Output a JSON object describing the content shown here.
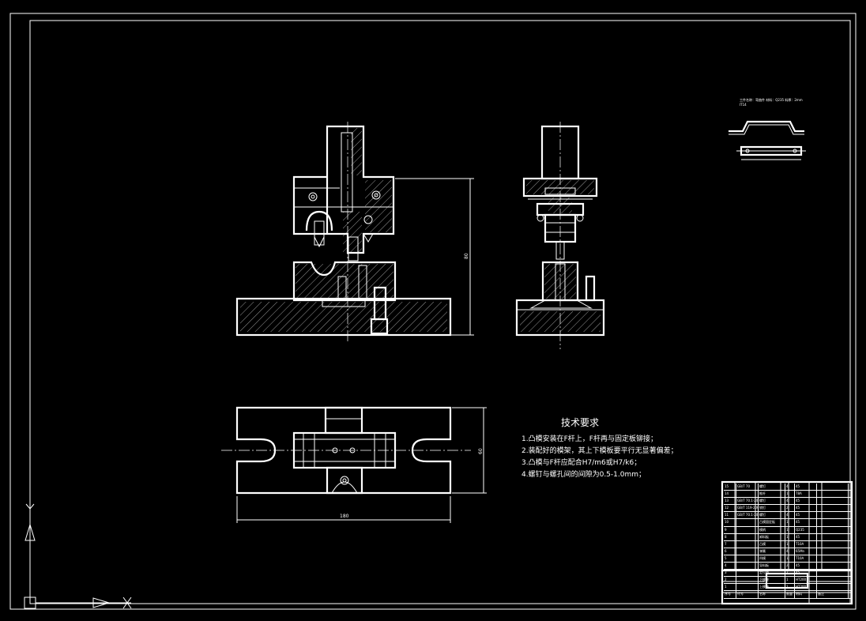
{
  "drawing": {
    "background": "#000000",
    "line_color": "#ffffff",
    "dimensions": {
      "height_front": "80",
      "width_plan": "180",
      "depth_plan": "60"
    },
    "sheet_metal_note": "工件名称：弯曲件 材料：Q235 料厚：2mm",
    "sheet_metal_tag": "IT14",
    "technical_requirements": {
      "title": "技术要求",
      "items": [
        "1.凸模安装在F杆上，F杆再与固定板铆接；",
        "2.装配好的模架，其上下模板要平行无显著偏差；",
        "3.凸模与F杆应配合H7/m6或H7/k6；",
        "4.螺钉与螺孔间的间隙为0.5-1.0mm；"
      ]
    },
    "bom_rows": [
      [
        "15",
        "GB/T 70",
        "螺钉",
        "4",
        "45",
        ""
      ],
      [
        "14",
        "",
        "推杆",
        "1",
        "T8A",
        ""
      ],
      [
        "13",
        "GB/T 70.1-2000",
        "螺钉",
        "4",
        "45",
        ""
      ],
      [
        "12",
        "GB/T 119-2000",
        "销钉",
        "2",
        "45",
        ""
      ],
      [
        "11",
        "GB/T 70.1-2000",
        "螺钉",
        "4",
        "45",
        ""
      ],
      [
        "10",
        "",
        "凸模固定板",
        "1",
        "45",
        ""
      ],
      [
        "9",
        "",
        "模柄",
        "1",
        "Q235",
        ""
      ],
      [
        "8",
        "",
        "卸料板",
        "1",
        "45",
        ""
      ],
      [
        "7",
        "",
        "凸模",
        "1",
        "T10A",
        ""
      ],
      [
        "6",
        "",
        "弹簧",
        "4",
        "65Mn",
        ""
      ],
      [
        "5",
        "",
        "凹模",
        "1",
        "T10A",
        ""
      ],
      [
        "4",
        "",
        "导料板",
        "2",
        "45",
        ""
      ],
      [
        "3",
        "",
        "定位销",
        "2",
        "45",
        ""
      ],
      [
        "2",
        "",
        "下模座",
        "1",
        "HT200",
        ""
      ],
      [
        "1",
        "",
        "上模座",
        "1",
        "HT200",
        ""
      ]
    ],
    "bom_header": [
      "序号",
      "代号",
      "名称",
      "数量",
      "材料",
      "备注"
    ]
  }
}
